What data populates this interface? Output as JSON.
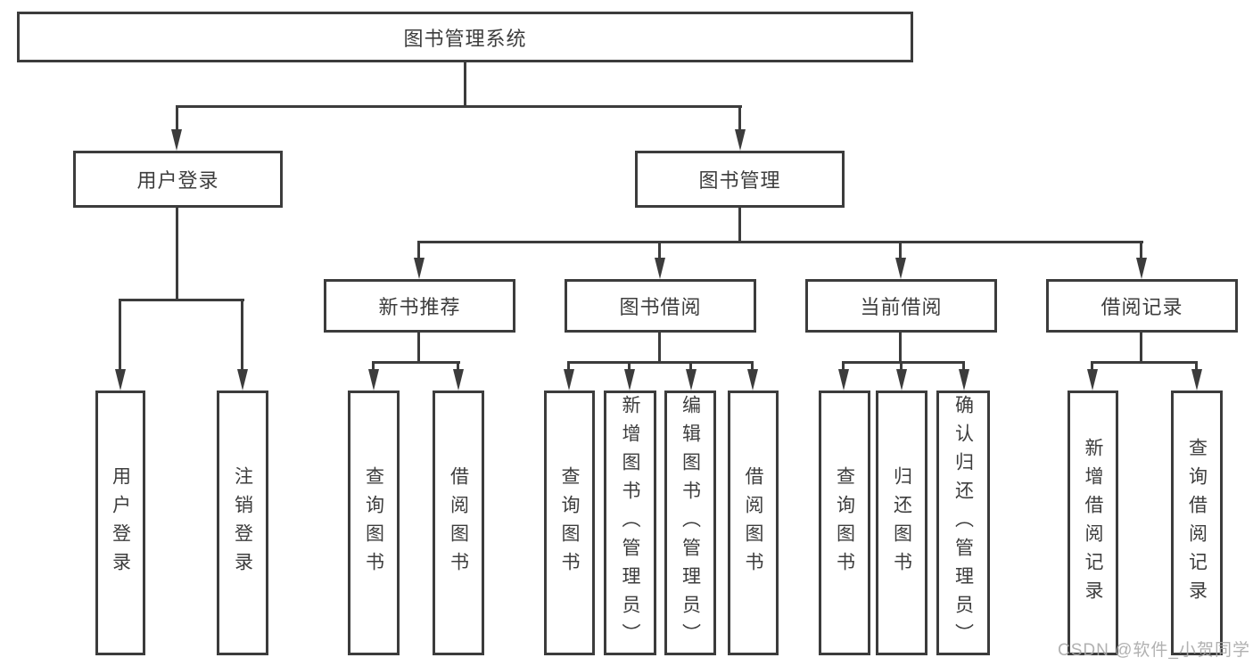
{
  "root": {
    "label": "图书管理系统"
  },
  "branches": {
    "user_login": {
      "label": "用户登录",
      "children": [
        "用户登录",
        "注销登录"
      ]
    },
    "book_management": {
      "label": "图书管理",
      "children": {
        "new_books": {
          "label": "新书推荐",
          "children": [
            "查询图书",
            "借阅图书"
          ]
        },
        "borrowing": {
          "label": "图书借阅",
          "children": [
            "查询图书",
            "新增图书（管理员）",
            "编辑图书（管理员）",
            "借阅图书"
          ]
        },
        "current": {
          "label": "当前借阅",
          "children": [
            "查询图书",
            "归还图书",
            "确认归还（管理员）"
          ]
        },
        "records": {
          "label": "借阅记录",
          "children": [
            "新增借阅记录",
            "查询借阅记录"
          ]
        }
      }
    }
  },
  "watermark": "CSDN @软件_小贺同学",
  "colors": {
    "line": "#3c3c3c",
    "text": "#3d3d3d",
    "watermark": "#a8a8a8",
    "background": "#ffffff"
  }
}
